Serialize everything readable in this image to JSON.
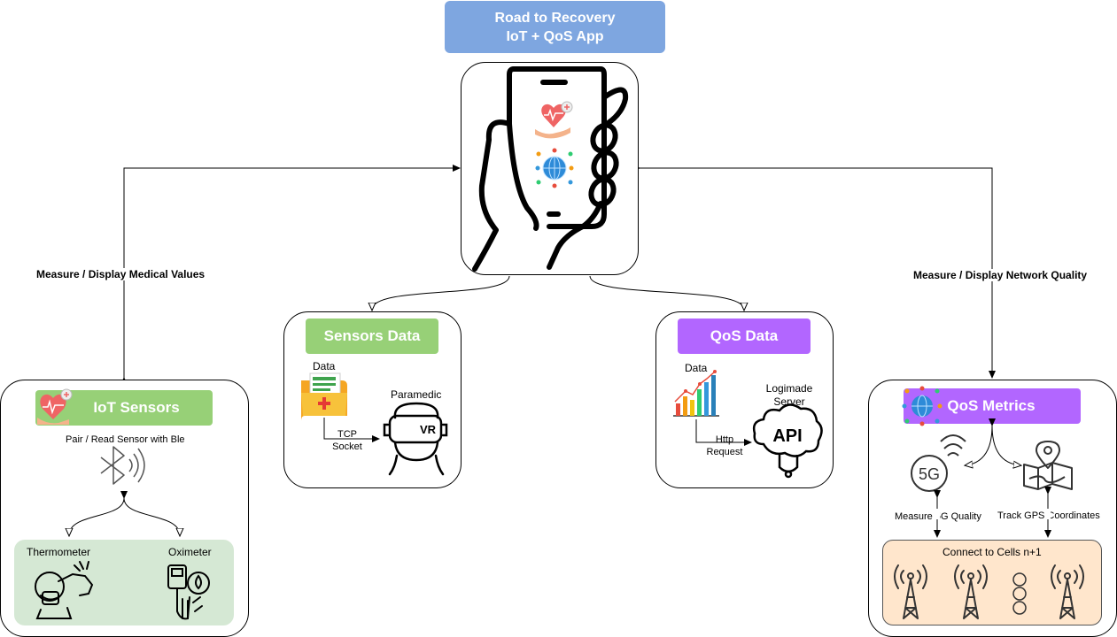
{
  "title": {
    "line1": "Road to Recovery",
    "line2": "IoT + QoS App"
  },
  "edges": {
    "left_label": "Measure / Display Medical Values",
    "right_label": "Measure / Display Network Quality"
  },
  "sensors_data": {
    "header": "Sensors Data",
    "data_label": "Data",
    "paramedic_label": "Paramedic",
    "link_label_line1": "TCP",
    "link_label_line2": "Socket",
    "vr_text": "VR"
  },
  "qos_data": {
    "header": "QoS Data",
    "data_label": "Data",
    "server_label_line1": "Logimade",
    "server_label_line2": "Server",
    "link_label_line1": "Http",
    "link_label_line2": "Request",
    "api_text": "API"
  },
  "iot_sensors": {
    "header": "IoT Sensors",
    "ble_label": "Pair / Read Sensor with Ble",
    "thermometer_label": "Thermometer",
    "oximeter_label": "Oximeter"
  },
  "qos_metrics": {
    "header": "QoS Metrics",
    "fiveg_text": "5G",
    "measure_label": "Measure 5G Quality",
    "gps_label": "Track GPS Coordinates",
    "cells_label": "Connect to Cells n+1"
  },
  "colors": {
    "title_bg": "#7ea6e0",
    "green_header": "#97d077",
    "purple_header": "#b266ff",
    "green_panel": "#d5e8d4",
    "peach_panel": "#ffe6cc"
  }
}
